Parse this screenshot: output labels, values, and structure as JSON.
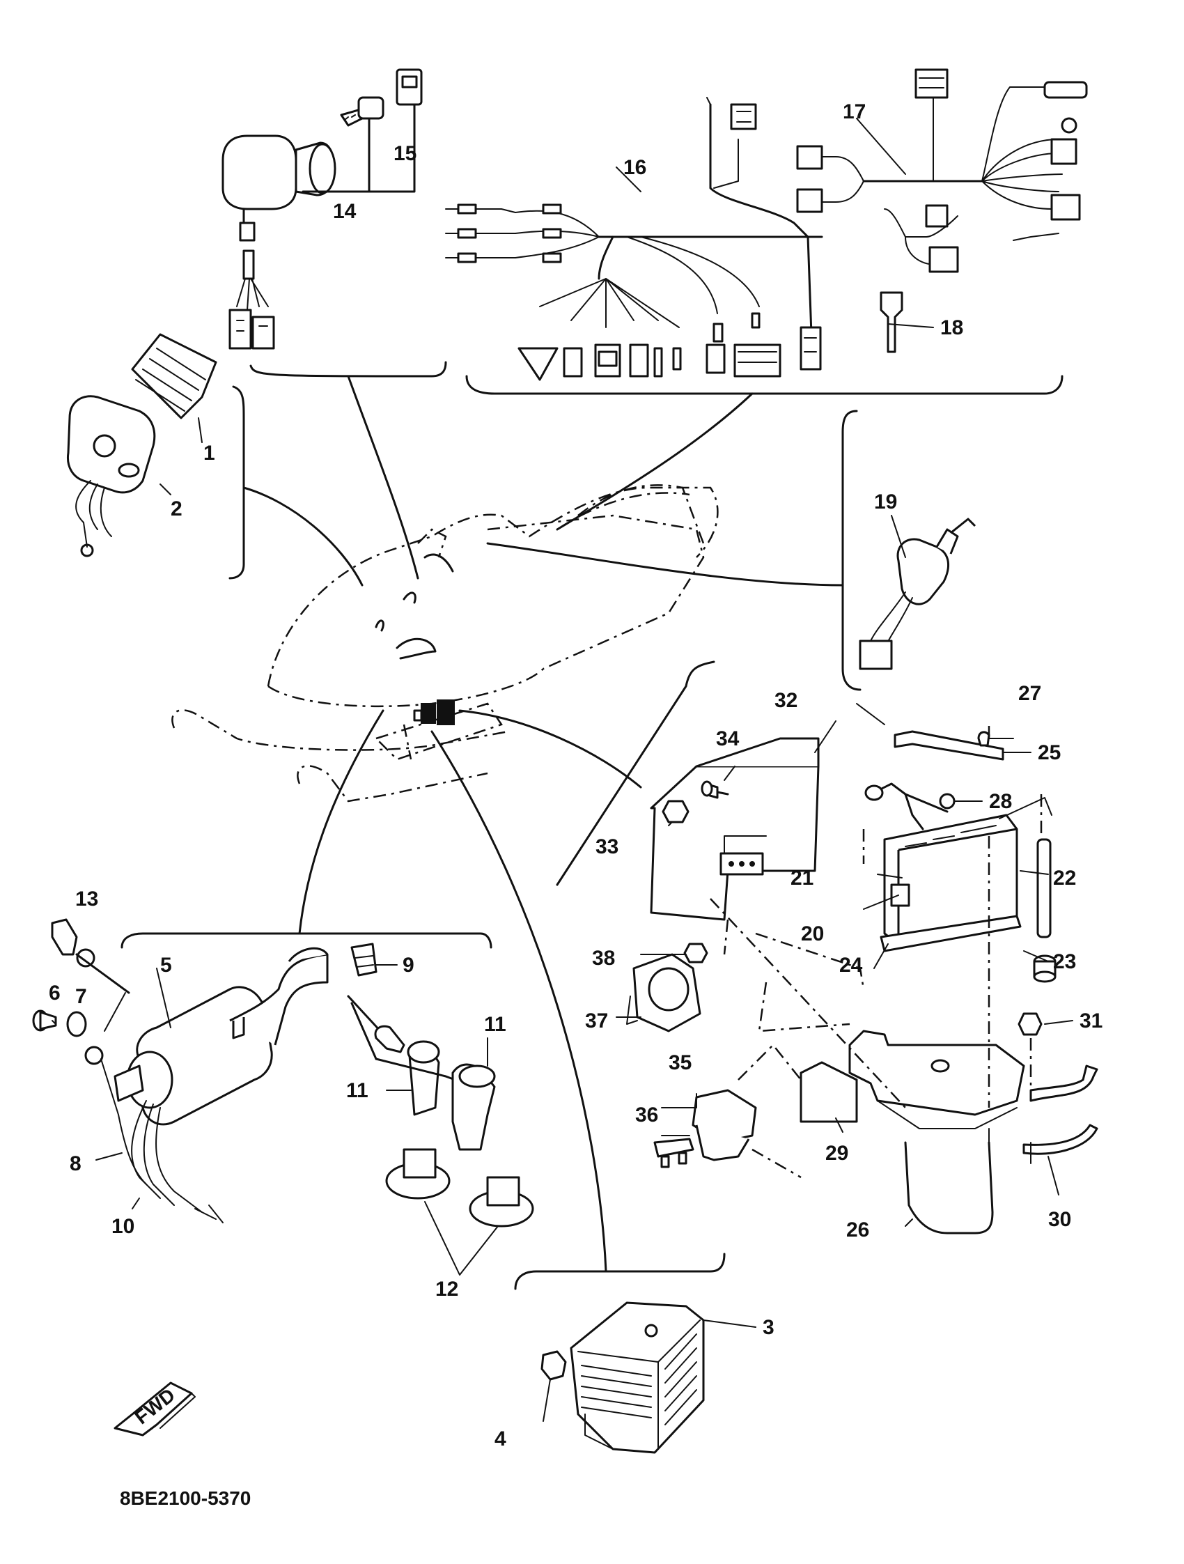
{
  "diagram_code": "8BE2100-5370",
  "fwd_label": "FWD",
  "part_numbers": [
    "1",
    "2",
    "3",
    "4",
    "5",
    "6",
    "7",
    "8",
    "9",
    "10",
    "11",
    "11",
    "12",
    "13",
    "14",
    "15",
    "16",
    "17",
    "18",
    "19",
    "20",
    "21",
    "22",
    "23",
    "24",
    "25",
    "26",
    "27",
    "28",
    "29",
    "30",
    "31",
    "32",
    "33",
    "34",
    "35",
    "36",
    "37",
    "38"
  ]
}
